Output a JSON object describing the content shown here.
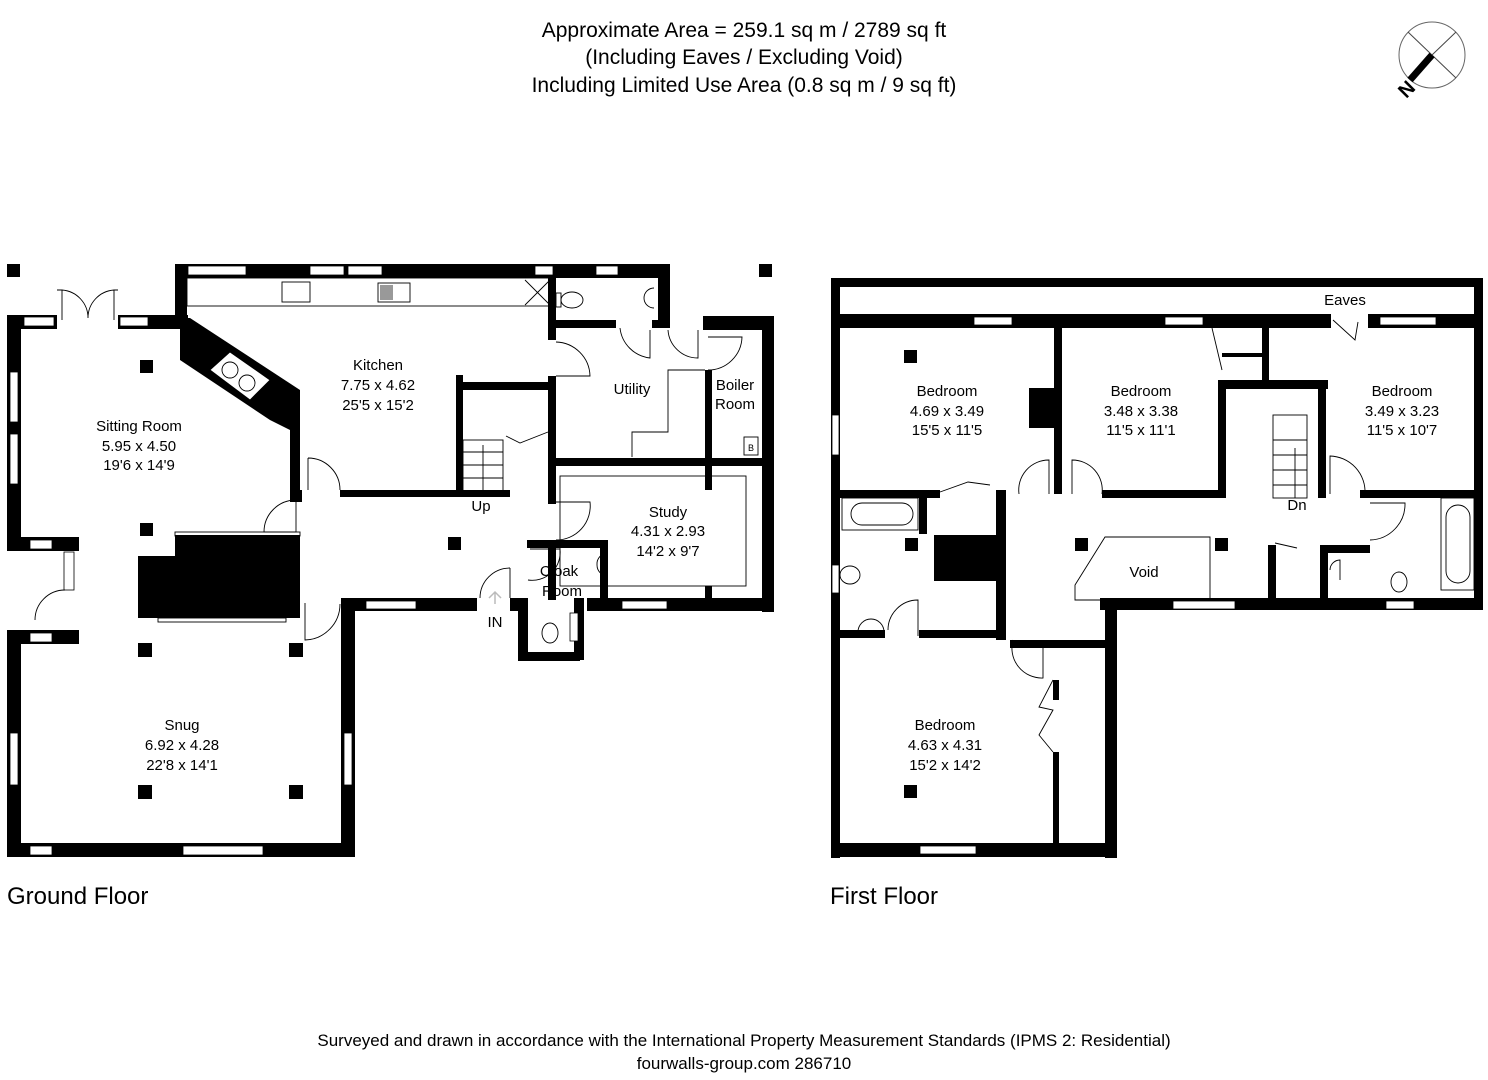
{
  "header": {
    "line1": "Approximate  Area = 259.1 sq m / 2789 sq ft",
    "line2": "(Including Eaves / Excluding Void)",
    "line3": "Including Limited Use Area (0.8 sq m / 9 sq ft)"
  },
  "compass": {
    "label": "N",
    "icon": "north-compass-icon"
  },
  "ground_floor": {
    "title": "Ground Floor",
    "rooms": [
      {
        "name": "Sitting Room",
        "metric": "5.95 x 4.50",
        "imperial": "19'6 x 14'9"
      },
      {
        "name": "Kitchen",
        "metric": "7.75 x 4.62",
        "imperial": "25'5 x 15'2"
      },
      {
        "name": "Utility",
        "metric": "",
        "imperial": ""
      },
      {
        "name": "Boiler",
        "metric": "Room",
        "imperial": ""
      },
      {
        "name": "Study",
        "metric": "4.31 x 2.93",
        "imperial": "14'2 x 9'7"
      },
      {
        "name": "Cloak",
        "metric": "Room",
        "imperial": ""
      },
      {
        "name": "Snug",
        "metric": "6.92 x 4.28",
        "imperial": "22'8 x 14'1"
      }
    ],
    "labels": {
      "stairs": "Up",
      "entrance": "IN",
      "boiler_mark": "B"
    }
  },
  "first_floor": {
    "title": "First Floor",
    "rooms": [
      {
        "name": "Bedroom",
        "metric": "4.69 x 3.49",
        "imperial": "15'5 x 11'5"
      },
      {
        "name": "Bedroom",
        "metric": "3.48 x 3.38",
        "imperial": "11'5 x 11'1"
      },
      {
        "name": "Bedroom",
        "metric": "3.49 x 3.23",
        "imperial": "11'5 x 10'7"
      },
      {
        "name": "Bedroom",
        "metric": "4.63 x 4.31",
        "imperial": "15'2 x 14'2"
      }
    ],
    "labels": {
      "eaves": "Eaves",
      "void": "Void",
      "stairs": "Dn"
    }
  },
  "footer": {
    "line1": "Surveyed and drawn in accordance with the International Property Measurement Standards (IPMS 2: Residential)",
    "line2": "fourwalls-group.com 286710"
  }
}
